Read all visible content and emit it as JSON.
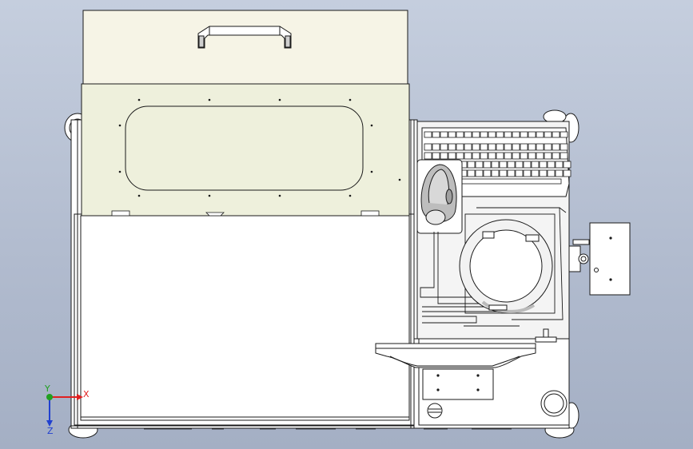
{
  "triad": {
    "x_label": "X",
    "y_label": "Y",
    "z_label": "Z",
    "x_color": "#e02020",
    "y_color": "#20a020",
    "z_color": "#2040d0"
  },
  "colors": {
    "lid": "#f6f4e6",
    "panel": "#eef0dc",
    "body": "#ffffff",
    "module": "#f4f4f4",
    "line": "#1a1a1a",
    "background_top": "#c5cede",
    "background_bottom": "#a4afc4"
  }
}
